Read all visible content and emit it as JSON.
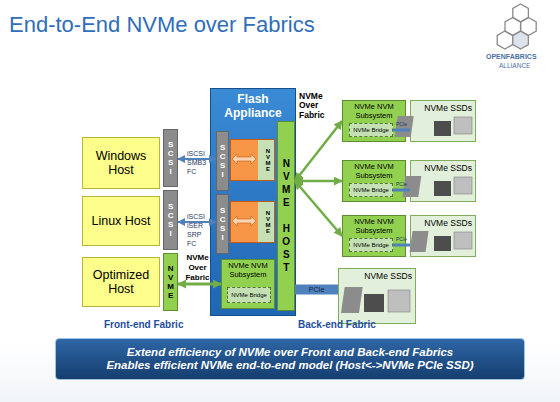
{
  "diagram": {
    "title": "End-to-End NVMe over Fabrics",
    "nodes": [
      {
        "text": [
          "Windows Host"
        ]
      },
      {
        "text": [
          "SCSI"
        ]
      },
      {
        "text": [
          "Linux Host"
        ]
      },
      {
        "text": [
          "SCSI"
        ]
      },
      {
        "text": [
          "Optimized Host"
        ]
      },
      {
        "text": [
          "NVME"
        ]
      },
      {
        "text": [
          "Flash Appliance"
        ]
      },
      {
        "text": [
          "SCSI"
        ],
        "in": 6
      },
      {
        "text": [
          "NVME"
        ],
        "in": 6
      },
      {
        "text": [
          "SCSI"
        ],
        "in": 6
      },
      {
        "text": [
          "NVME"
        ],
        "in": 6
      },
      {
        "text": [
          "NVMe NVM Subsystem"
        ],
        "in": 6
      },
      {
        "text": [
          "NVMe Bridge"
        ],
        "in": 11
      },
      {
        "text": [
          "NVME HOST"
        ],
        "in": 6
      },
      {
        "text": [
          "NVMe NVM Subsystem"
        ]
      },
      {
        "text": [
          "NVMe Bridge"
        ],
        "in": 14
      },
      {
        "text": [
          "NVMe SSDs"
        ]
      },
      {
        "text": [
          "NVMe NVM Subsystem"
        ]
      },
      {
        "text": [
          "NVMe Bridge"
        ],
        "in": 17
      },
      {
        "text": [
          "NVMe SSDs"
        ]
      },
      {
        "text": [
          "NVMe NVM Subsystem"
        ]
      },
      {
        "text": [
          "NVMe Bridge"
        ],
        "in": 20
      },
      {
        "text": [
          "NVMe SSDs"
        ]
      },
      {
        "text": [
          "NVMe SSDs"
        ]
      },
      {
        "text": [
          "Extend efficiency of NVMe over Front and Back-end Fabrics",
          "Enables efficient NVMe end-to-end model (Host<->NVMe PCIe SSD)"
        ]
      }
    ],
    "edges": [
      {
        "from": 1,
        "to": 7,
        "arrow": "both",
        "label": "iSCSI SMB3 FC"
      },
      {
        "from": 3,
        "to": 9,
        "arrow": "both",
        "label": "iSCSI iSER SRP FC"
      },
      {
        "from": 5,
        "to": 11,
        "arrow": "both",
        "label": "NVMe Over Fabric"
      },
      {
        "from": 13,
        "to": 14,
        "arrow": "both"
      },
      {
        "from": 13,
        "to": 17,
        "arrow": "both"
      },
      {
        "from": 13,
        "to": 20,
        "arrow": "both"
      },
      {
        "from": 15,
        "to": 16,
        "arrow": "none",
        "label": "PCIe"
      },
      {
        "from": 18,
        "to": 19,
        "arrow": "none",
        "label": "PCIe"
      },
      {
        "from": 21,
        "to": 22,
        "arrow": "none",
        "label": "PCIe"
      },
      {
        "from": 13,
        "to": 23,
        "arrow": "none",
        "label": "PCIe"
      }
    ],
    "labels": [
      "OPENFABRICS",
      "ALLIANCE",
      "NVMe Over Fabric",
      "Front-end Fabric",
      "Back-end Fabric"
    ]
  }
}
